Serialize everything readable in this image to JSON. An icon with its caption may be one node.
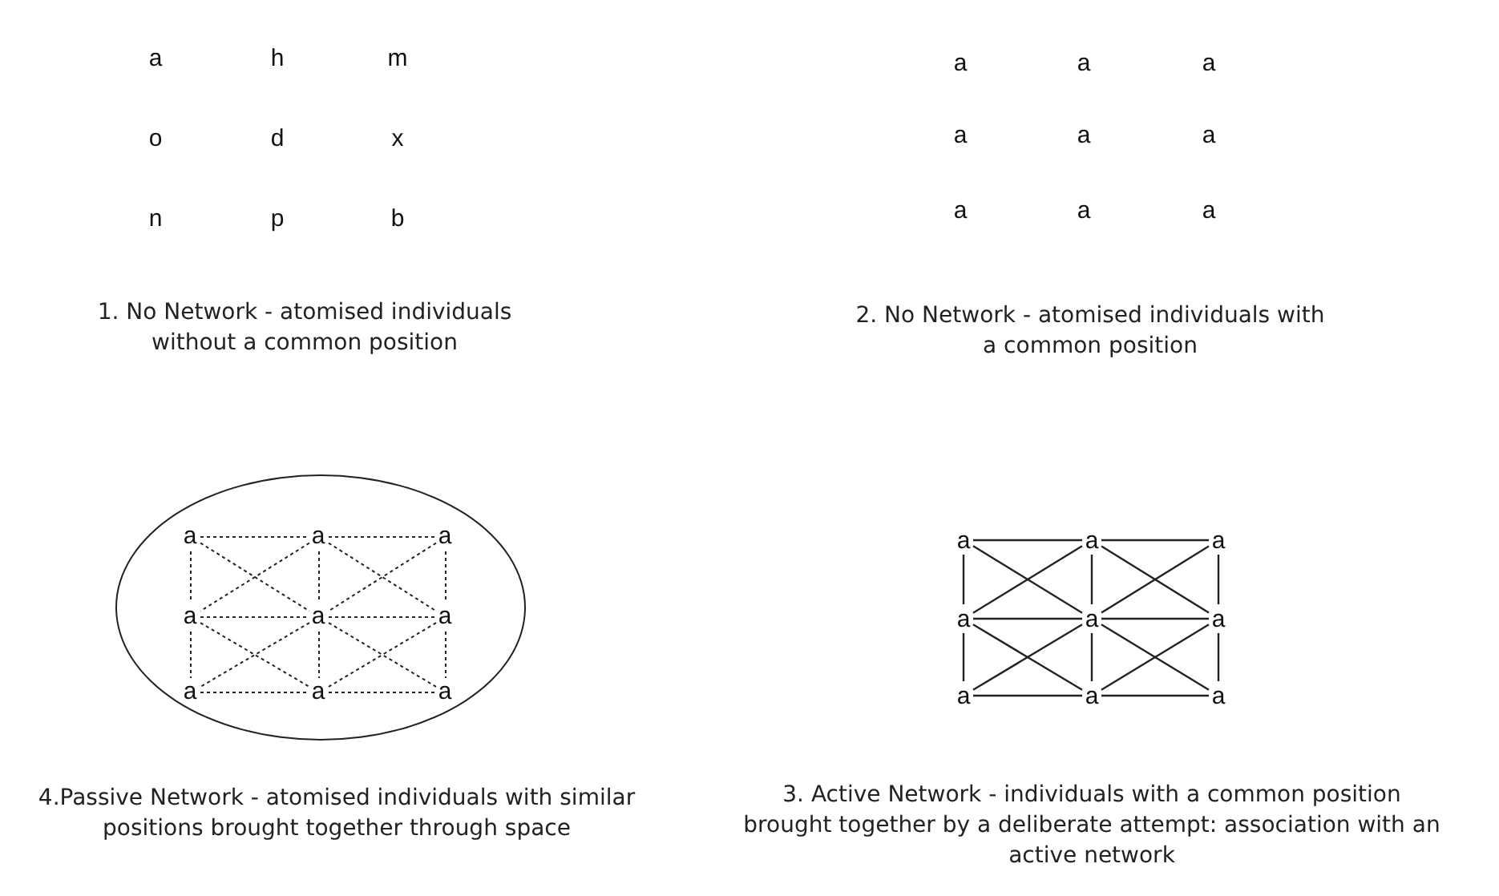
{
  "diagram": {
    "nodes": [
      {
        "text": [],
        "shape": "ellipse"
      },
      {
        "text": [
          "a"
        ],
        "in": 0
      },
      {
        "text": [
          "a"
        ],
        "in": 0
      },
      {
        "text": [
          "a"
        ],
        "in": 0
      },
      {
        "text": [
          "a"
        ],
        "in": 0
      },
      {
        "text": [
          "a"
        ],
        "in": 0
      },
      {
        "text": [
          "a"
        ],
        "in": 0
      },
      {
        "text": [
          "a"
        ],
        "in": 0
      },
      {
        "text": [
          "a"
        ],
        "in": 0
      },
      {
        "text": [
          "a"
        ],
        "in": 0
      },
      {
        "text": [
          "a"
        ]
      },
      {
        "text": [
          "a"
        ]
      },
      {
        "text": [
          "a"
        ]
      },
      {
        "text": [
          "a"
        ]
      },
      {
        "text": [
          "a"
        ]
      },
      {
        "text": [
          "a"
        ]
      },
      {
        "text": [
          "a"
        ]
      },
      {
        "text": [
          "a"
        ]
      },
      {
        "text": [
          "a"
        ]
      }
    ],
    "edges": [
      {
        "from": 1,
        "to": 2,
        "arrow": "none",
        "style": "dashed"
      },
      {
        "from": 2,
        "to": 3,
        "arrow": "none",
        "style": "dashed"
      },
      {
        "from": 4,
        "to": 5,
        "arrow": "none",
        "style": "dashed"
      },
      {
        "from": 5,
        "to": 6,
        "arrow": "none",
        "style": "dashed"
      },
      {
        "from": 7,
        "to": 8,
        "arrow": "none",
        "style": "dashed"
      },
      {
        "from": 8,
        "to": 9,
        "arrow": "none",
        "style": "dashed"
      },
      {
        "from": 1,
        "to": 4,
        "arrow": "none",
        "style": "dashed"
      },
      {
        "from": 4,
        "to": 7,
        "arrow": "none",
        "style": "dashed"
      },
      {
        "from": 2,
        "to": 5,
        "arrow": "none",
        "style": "dashed"
      },
      {
        "from": 5,
        "to": 8,
        "arrow": "none",
        "style": "dashed"
      },
      {
        "from": 3,
        "to": 6,
        "arrow": "none",
        "style": "dashed"
      },
      {
        "from": 6,
        "to": 9,
        "arrow": "none",
        "style": "dashed"
      },
      {
        "from": 1,
        "to": 5,
        "arrow": "none",
        "style": "dashed"
      },
      {
        "from": 2,
        "to": 4,
        "arrow": "none",
        "style": "dashed"
      },
      {
        "from": 2,
        "to": 6,
        "arrow": "none",
        "style": "dashed"
      },
      {
        "from": 3,
        "to": 5,
        "arrow": "none",
        "style": "dashed"
      },
      {
        "from": 4,
        "to": 8,
        "arrow": "none",
        "style": "dashed"
      },
      {
        "from": 5,
        "to": 7,
        "arrow": "none",
        "style": "dashed"
      },
      {
        "from": 5,
        "to": 9,
        "arrow": "none",
        "style": "dashed"
      },
      {
        "from": 6,
        "to": 8,
        "arrow": "none",
        "style": "dashed"
      },
      {
        "from": 10,
        "to": 11,
        "arrow": "none"
      },
      {
        "from": 11,
        "to": 12,
        "arrow": "none"
      },
      {
        "from": 13,
        "to": 14,
        "arrow": "none"
      },
      {
        "from": 14,
        "to": 15,
        "arrow": "none"
      },
      {
        "from": 16,
        "to": 17,
        "arrow": "none"
      },
      {
        "from": 17,
        "to": 18,
        "arrow": "none"
      },
      {
        "from": 10,
        "to": 13,
        "arrow": "none"
      },
      {
        "from": 13,
        "to": 16,
        "arrow": "none"
      },
      {
        "from": 11,
        "to": 14,
        "arrow": "none"
      },
      {
        "from": 14,
        "to": 17,
        "arrow": "none"
      },
      {
        "from": 12,
        "to": 15,
        "arrow": "none"
      },
      {
        "from": 15,
        "to": 18,
        "arrow": "none"
      },
      {
        "from": 10,
        "to": 14,
        "arrow": "none"
      },
      {
        "from": 11,
        "to": 13,
        "arrow": "none"
      },
      {
        "from": 11,
        "to": 15,
        "arrow": "none"
      },
      {
        "from": 12,
        "to": 14,
        "arrow": "none"
      },
      {
        "from": 13,
        "to": 17,
        "arrow": "none"
      },
      {
        "from": 14,
        "to": 16,
        "arrow": "none"
      },
      {
        "from": 14,
        "to": 18,
        "arrow": "none"
      },
      {
        "from": 15,
        "to": 17,
        "arrow": "none"
      }
    ],
    "labels": [
      "a",
      "h",
      "m",
      "o",
      "d",
      "x",
      "n",
      "p",
      "b",
      "a",
      "a",
      "a",
      "a",
      "a",
      "a",
      "a",
      "a",
      "a",
      "1. No Network - atomised individuals without a common position",
      "2. No Network - atomised individuals with a common position",
      "4.Passive Network -  atomised individuals with similar positions brought together through space",
      "3. Active Network - individuals with a common position brought together by a deliberate attempt: association with an active network"
    ]
  }
}
